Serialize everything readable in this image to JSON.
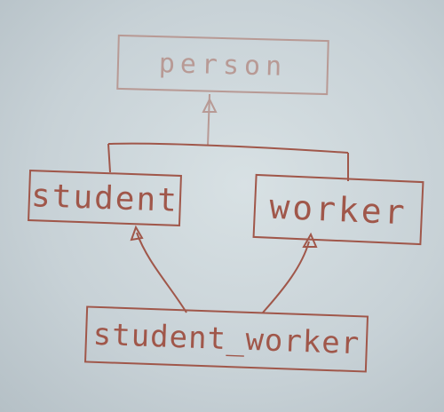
{
  "diagram": {
    "nodes": {
      "person": "person",
      "student": "student",
      "worker": "worker",
      "student_worker": "student_worker"
    },
    "colors": {
      "ink": "#a0574a",
      "faint_ink": "#b89a95",
      "board": "#d2dbdf"
    }
  }
}
